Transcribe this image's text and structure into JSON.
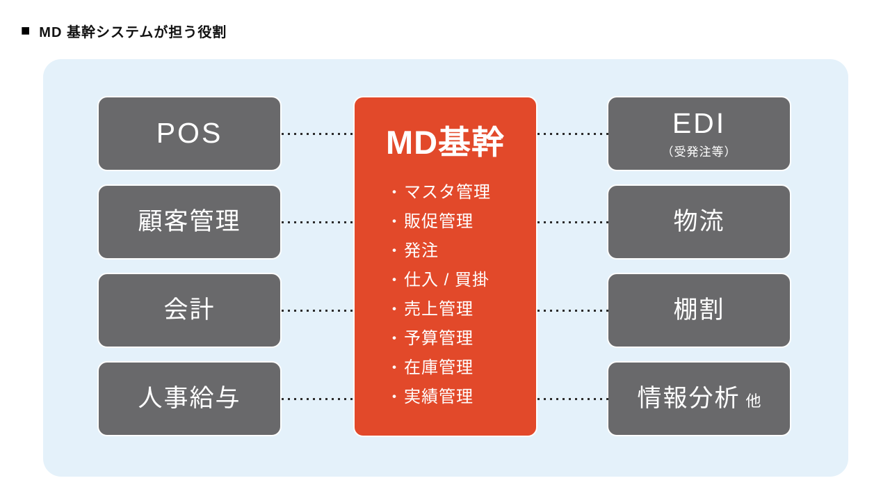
{
  "colors": {
    "accent": "#e2492a",
    "box-gray": "#69696b",
    "panel-blue": "#e4f1fa",
    "dot": "#2b2b2b",
    "title-black": "#111111"
  },
  "page": {
    "title_marker": "■",
    "title": "MD 基幹システムが担う役割"
  },
  "diagram": {
    "left_boxes": [
      {
        "label": "POS"
      },
      {
        "label": "顧客管理"
      },
      {
        "label": "会計"
      },
      {
        "label": "人事給与"
      }
    ],
    "center": {
      "title": "MD基幹",
      "bullet": "・",
      "items": [
        "マスタ管理",
        "販促管理",
        "発注",
        "仕入 / 買掛",
        "売上管理",
        "予算管理",
        "在庫管理",
        "実績管理"
      ]
    },
    "right_boxes": [
      {
        "label": "EDI",
        "sub": "（受発注等）"
      },
      {
        "label": "物流"
      },
      {
        "label": "棚割"
      },
      {
        "label": "情報分析",
        "suffix": "他"
      }
    ]
  }
}
